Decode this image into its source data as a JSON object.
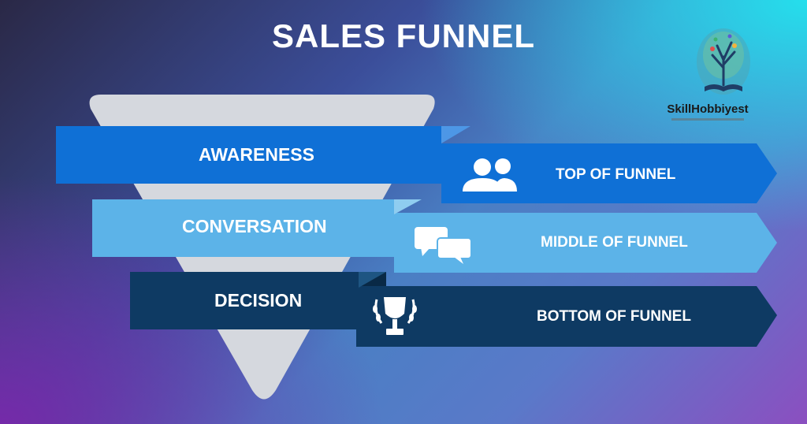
{
  "title": "SALES FUNNEL",
  "brand": {
    "name": "SkillHobbiyest",
    "logo_icon": "tree-book-logo-icon"
  },
  "stages": [
    {
      "label": "AWARENESS",
      "position": "TOP OF FUNNEL",
      "icon": "users-icon",
      "color": "#0f70d6"
    },
    {
      "label": "CONVERSATION",
      "position": "MIDDLE OF FUNNEL",
      "icon": "chat-bubbles-icon",
      "color": "#5cb3e8"
    },
    {
      "label": "DECISION",
      "position": "BOTTOM OF FUNNEL",
      "icon": "trophy-icon",
      "color": "#0e3a63"
    }
  ],
  "colors": {
    "funnel": "#d5d8de",
    "fold_top": "#0a4d9a",
    "fold_mid": "#3d8fc8",
    "fold_bottom": "#092946"
  }
}
